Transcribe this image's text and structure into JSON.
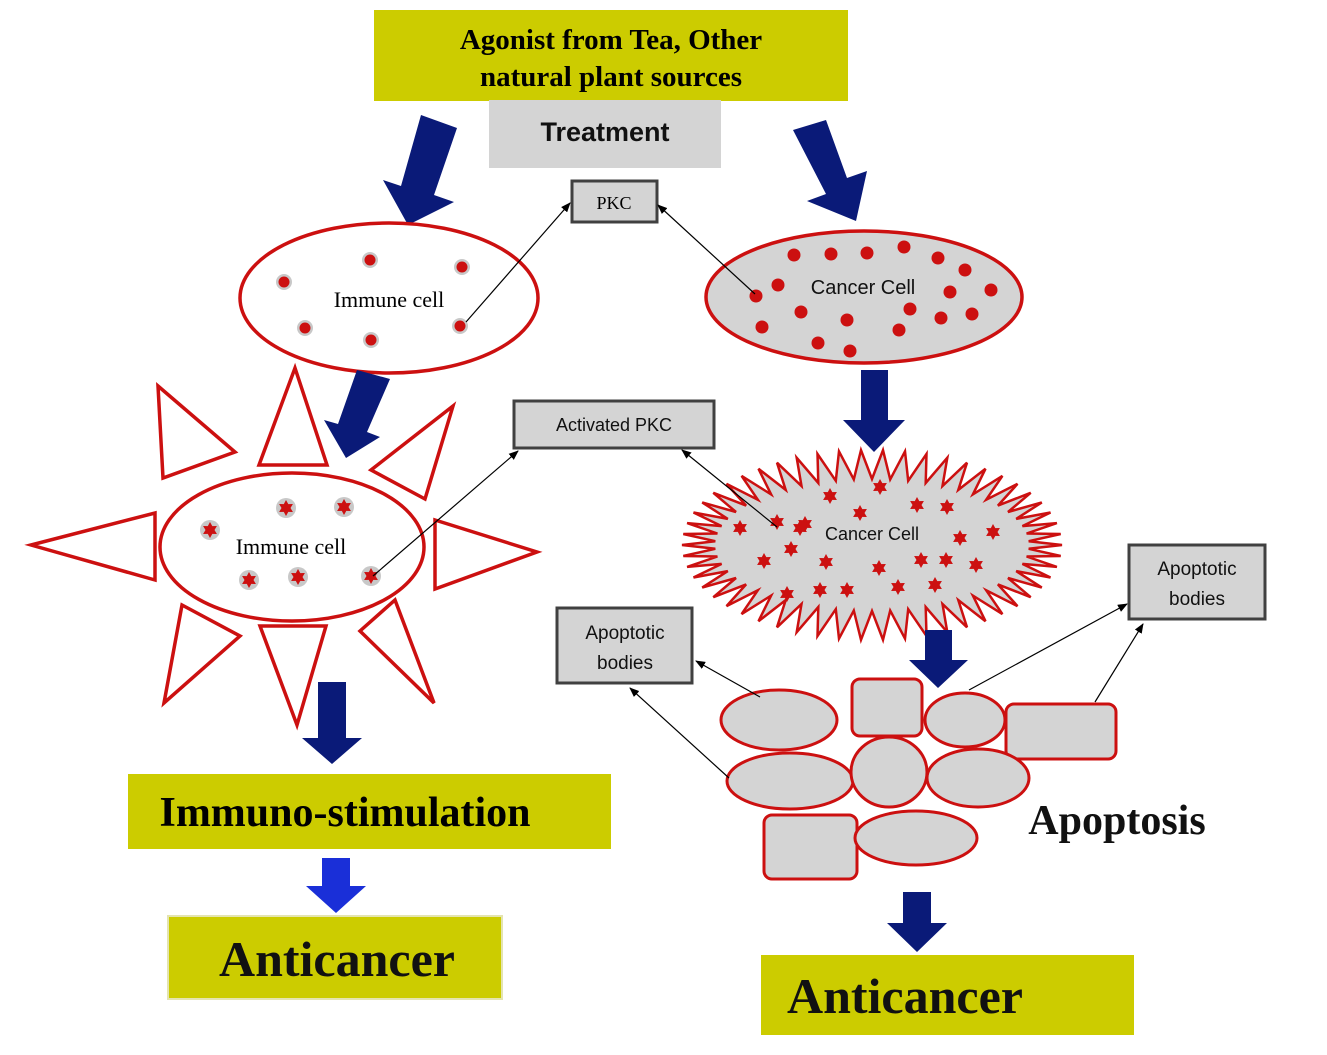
{
  "colors": {
    "olive": "#cccc00",
    "navy": "#0a1a78",
    "blue": "#1a2fd8",
    "red": "#cc1010",
    "gray": "#d4d4d4",
    "boxBorder": "#404040"
  },
  "source": {
    "line1": "Agonist from Tea, Other",
    "line2": "natural plant sources"
  },
  "treatment": "Treatment",
  "pkc": "PKC",
  "activated_pkc": "Activated PKC",
  "immune_cell": "Immune cell",
  "activated_immune_cell": "Immune cell",
  "cancer_cell": "Cancer Cell",
  "stressed_cancer_cell": "Cancer Cell",
  "apoptotic_bodies_left": {
    "line1": "Apoptotic",
    "line2": "bodies"
  },
  "apoptotic_bodies_right": {
    "line1": "Apoptotic",
    "line2": "bodies"
  },
  "apoptosis": "Apoptosis",
  "immuno_stimulation": "Immuno-stimulation",
  "anticancer_left": "Anticancer",
  "anticancer_right": "Anticancer"
}
